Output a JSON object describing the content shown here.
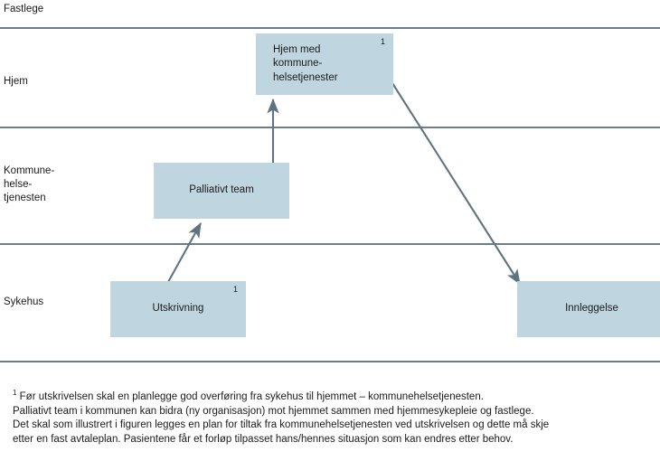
{
  "diagram": {
    "type": "swimlane-flow",
    "title": "",
    "lanes": [
      {
        "id": "fastlege",
        "label": "Fastlege"
      },
      {
        "id": "hjem",
        "label": "Hjem"
      },
      {
        "id": "kommune",
        "label": "Kommune-\nhelse-\ntjenesten"
      },
      {
        "id": "sykehus",
        "label": "Sykehus"
      }
    ],
    "nodes": [
      {
        "id": "hjem-med-kommunehelsetjenester",
        "label": "Hjem med\nkommune-\nhelsetjenester",
        "lane": "hjem",
        "footnote_marker": "1",
        "align": "left"
      },
      {
        "id": "palliativt-team",
        "label": "Palliativt team",
        "lane": "kommune",
        "footnote_marker": "",
        "align": "center"
      },
      {
        "id": "utskrivning",
        "label": "Utskrivning",
        "lane": "sykehus",
        "footnote_marker": "1",
        "align": "center"
      },
      {
        "id": "innleggelse",
        "label": "Innleggelse",
        "lane": "sykehus",
        "footnote_marker": "",
        "align": "center"
      }
    ],
    "edges": [
      {
        "id": "utskrivning-to-palliativt-team",
        "from": "utskrivning",
        "to": "palliativt-team"
      },
      {
        "id": "palliativt-team-to-hjem",
        "from": "palliativt-team",
        "to": "hjem-med-kommunehelsetjenester"
      },
      {
        "id": "hjem-to-innleggelse",
        "from": "hjem-med-kommunehelsetjenester",
        "to": "innleggelse"
      }
    ],
    "colors": {
      "node_fill": "#bfd5e0",
      "lane_rule": "#6b7d86",
      "connector": "#5f7480",
      "text": "#1a1a1a",
      "background": "#ffffff"
    }
  },
  "footnote": {
    "marker": "1",
    "lines": [
      " Før utskrivelsen skal en planlegge god overføring fra sykehus til hjemmet – kommunehelsetjenesten.",
      "Palliativt team i kommunen kan bidra (ny organisasjon) mot hjemmet sammen med hjemmesykepleie og fastlege.",
      "Det skal som illustrert i figuren legges en plan for tiltak fra kommunehelsetjenesten ved utskrivelsen og dette må skje",
      "etter en fast avtaleplan. Pasientene får et forløp tilpasset hans/hennes situasjon som kan endres etter behov."
    ]
  }
}
